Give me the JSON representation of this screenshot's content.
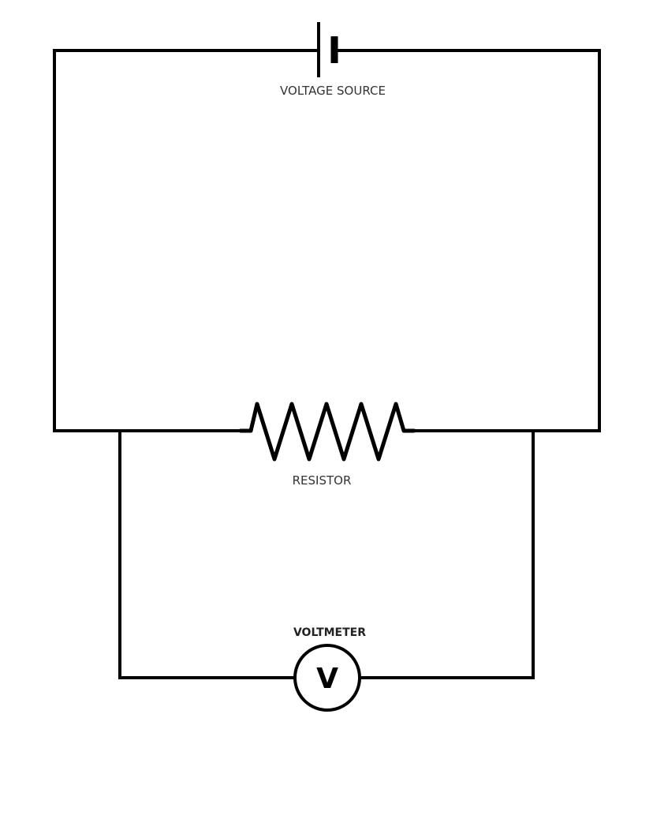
{
  "diagram": {
    "components": {
      "voltage_source": {
        "label": "VOLTAGE SOURCE",
        "symbol": "battery-icon"
      },
      "resistor": {
        "label": "RESISTOR",
        "symbol": "resistor-icon"
      },
      "voltmeter": {
        "label": "VOLTMETER",
        "symbol": "voltmeter-icon",
        "letter": "V"
      }
    },
    "colors": {
      "wire": "#000000",
      "label": "#333333",
      "background": "#ffffff"
    }
  }
}
